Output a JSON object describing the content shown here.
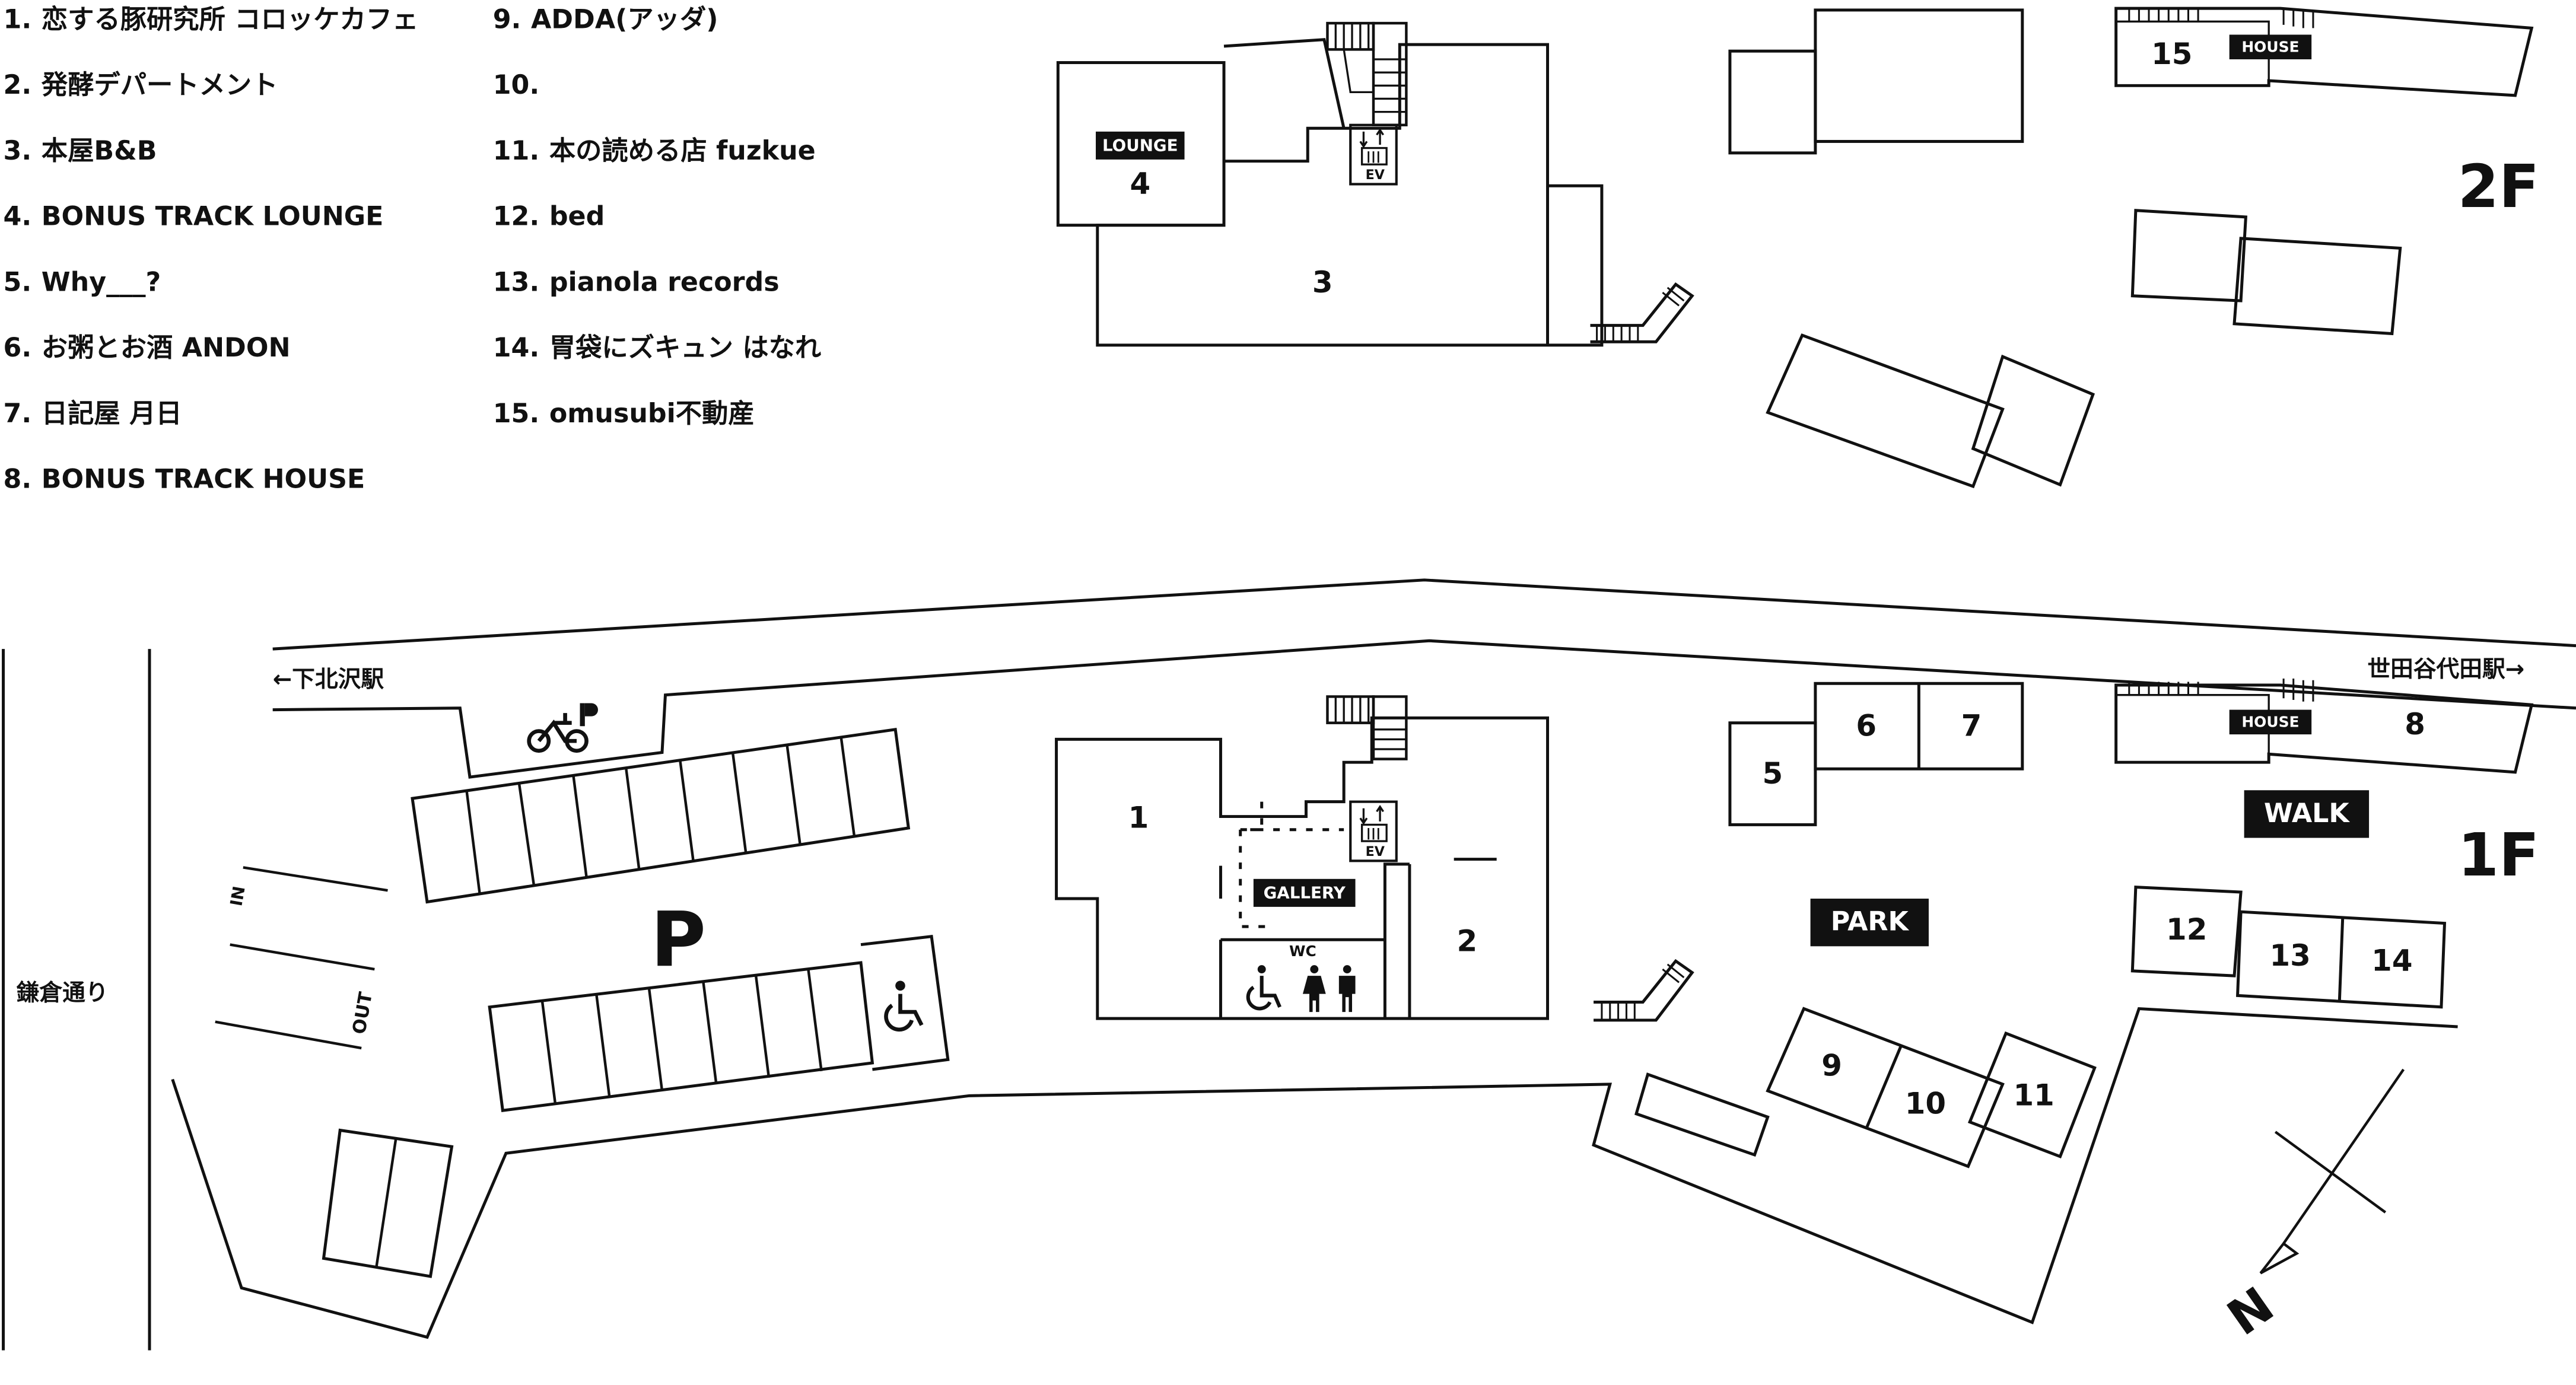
{
  "legend": {
    "items": [
      {
        "number": "1.",
        "name": "恋する豚研究所 コロッケカフェ"
      },
      {
        "number": "2.",
        "name": "発酵デパートメント"
      },
      {
        "number": "3.",
        "name": "本屋B&B"
      },
      {
        "number": "4.",
        "name": "BONUS TRACK LOUNGE"
      },
      {
        "number": "5.",
        "name": "Why___?"
      },
      {
        "number": "6.",
        "name": "お粥とお酒  ANDON"
      },
      {
        "number": "7.",
        "name": "日記屋  月日"
      },
      {
        "number": "8.",
        "name": "BONUS TRACK HOUSE"
      },
      {
        "number": "9.",
        "name": "ADDA(アッダ)"
      },
      {
        "number": "10.",
        "name": ""
      },
      {
        "number": "11.",
        "name": "本の読める店 fuzkue"
      },
      {
        "number": "12.",
        "name": "bed"
      },
      {
        "number": "13.",
        "name": "pianola records"
      },
      {
        "number": "14.",
        "name": "胃袋にズキュン はなれ"
      },
      {
        "number": "15.",
        "name": "omusubi不動産"
      }
    ]
  },
  "floors": {
    "upper": "2F",
    "ground": "1F"
  },
  "units": {
    "u1": "1",
    "u2": "2",
    "u3": "3",
    "u4": "4",
    "u5": "5",
    "u6": "6",
    "u7": "7",
    "u8": "8",
    "u9": "9",
    "u10": "10",
    "u11": "11",
    "u12": "12",
    "u13": "13",
    "u14": "14",
    "u15": "15"
  },
  "tags": {
    "lounge": "LOUNGE",
    "house_2f": "HOUSE",
    "house_1f": "HOUSE",
    "gallery": "GALLERY",
    "park": "PARK",
    "walk": "WALK",
    "ev_upper": "EV",
    "ev_lower": "EV",
    "wc": "WC"
  },
  "streets": {
    "kamakura": "鎌倉通り",
    "shimokitazawa": "←下北沢駅",
    "setagaya": "世田谷代田駅→"
  },
  "parking": {
    "symbol": "P",
    "in_label": "IN",
    "out_label": "OUT"
  },
  "compass": {
    "north": "N"
  },
  "icons": {
    "bicycle": "bicycle-parking-icon",
    "accessible": "wheelchair-icon",
    "restroom": "restroom-icon",
    "elevator": "elevator-icon",
    "stairs": "stairs-icon"
  },
  "colors": {
    "ink": "#111111",
    "background": "#ffffff"
  }
}
